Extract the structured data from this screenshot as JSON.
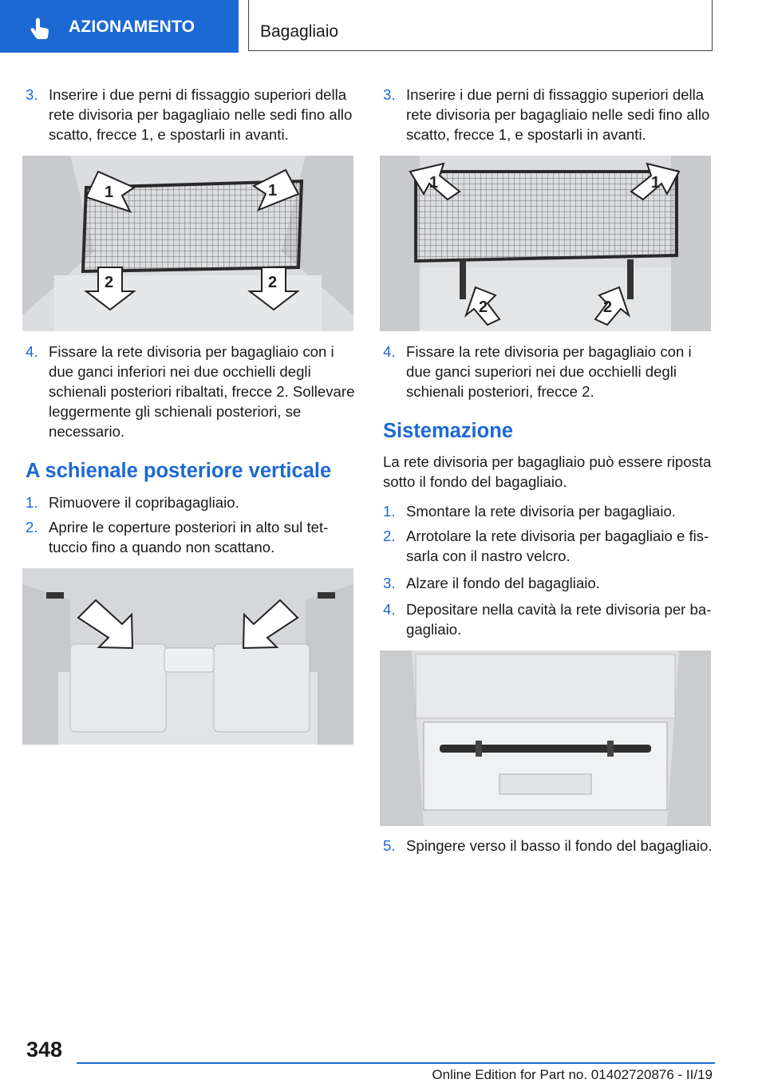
{
  "header": {
    "chapter": "AZIONAMENTO",
    "chapter_icon": "hand-pointer-icon",
    "section": "Bagagliaio",
    "accent": "#1c69d4"
  },
  "left": {
    "steps_a": [
      {
        "num": "3.",
        "text": "Inserire i due perni di fissaggio superiori della rete divisoria per bagagliaio nelle sedi fino allo scatto, frecce 1, e spostarli in avanti."
      },
      {
        "num": "4.",
        "text": "Fissare la rete divisoria per bagagliaio con i due ganci inferiori nei due occhielli degli schienali posteriori ribaltati, frecce 2. Solle­vare leggermente gli schienali posteriori, se necessario."
      }
    ],
    "heading": "A schienale posteriore verticale",
    "steps_b": [
      {
        "num": "1.",
        "text": "Rimuovere il copribagagliaio."
      },
      {
        "num": "2.",
        "text": "Aprire le coperture posteriori in alto sul tet­tuccio fino a quando non scattano."
      }
    ],
    "figure_labels": {
      "arrow1": "1",
      "arrow2": "2"
    }
  },
  "right": {
    "steps_a": [
      {
        "num": "3.",
        "text": "Inserire i due perni di fissaggio superiori della rete divisoria per bagagliaio nelle sedi fino allo scatto, frecce 1, e spostarli in avanti."
      },
      {
        "num": "4.",
        "text": "Fissare la rete divisoria per bagagliaio con i due ganci superiori nei due occhielli degli schienali posteriori, frecce 2."
      }
    ],
    "heading": "Sistemazione",
    "intro": "La rete divisoria per bagagliaio può essere ripo­sta sotto il fondo del bagagliaio.",
    "steps_b": [
      {
        "num": "1.",
        "text": "Smontare la rete divisoria per bagagliaio."
      },
      {
        "num": "2.",
        "text": "Arrotolare la rete divisoria per bagagliaio e fis­sarla con il nastro velcro."
      },
      {
        "num": "3.",
        "text": "Alzare il fondo del bagagliaio."
      },
      {
        "num": "4.",
        "text": "Depositare nella cavità la rete divisoria per ba­gagliaio."
      }
    ],
    "steps_c": [
      {
        "num": "5.",
        "text": "Spingere verso il basso il fondo del baga­gliaio."
      }
    ]
  },
  "footer": {
    "page_number": "348",
    "edition": "Online Edition for Part no. 01402720876 - II/19"
  }
}
